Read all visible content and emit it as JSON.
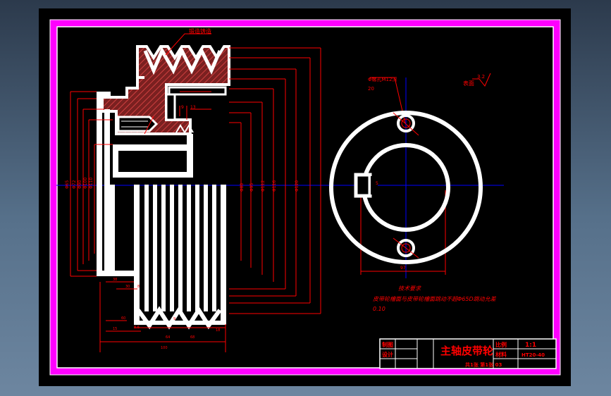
{
  "drawing": {
    "top_annotation": "锻造铸造",
    "hole_note_1": "Φ螺孔M12深",
    "hole_note_2": "20",
    "roughness_value": "3.2",
    "roughness_label": "表面",
    "tech_req_title": "技术要求",
    "tech_req_text": "皮带轮槽面与皮带轮槽面跳动不超Φ65D跳动允差",
    "tech_req_value": "0.10",
    "dims_left": [
      "Φ65",
      "Φ72",
      "Φ90",
      "Φ100",
      "Φ110"
    ],
    "dims_right": [
      "Φ80",
      "Φ95",
      "Φ112",
      "Φ116",
      "Φ120"
    ],
    "dims_bottom": [
      "38",
      "30",
      "8",
      "9",
      "18",
      "60",
      "8.6",
      "15",
      "64",
      "68",
      "100"
    ],
    "dim_front": "97",
    "dim_keyway": "5",
    "dim_small_1": "9",
    "dim_small_2": "13"
  },
  "title_block": {
    "part_name": "主轴皮带轮",
    "scale_label": "比例",
    "scale_value": "1:1",
    "material_label": "材料",
    "material_value": "HT20-40",
    "drawn_label": "制图",
    "checked_label": "设计",
    "sheet_info": "共1张 第1张 03"
  },
  "colors": {
    "background": "#000000",
    "frame": "#ff00ff",
    "outline": "#ffffff",
    "dimension": "#ff0000",
    "centerline": "#0000ff",
    "hatch": "#a93333",
    "annotation": "#ff0000"
  }
}
